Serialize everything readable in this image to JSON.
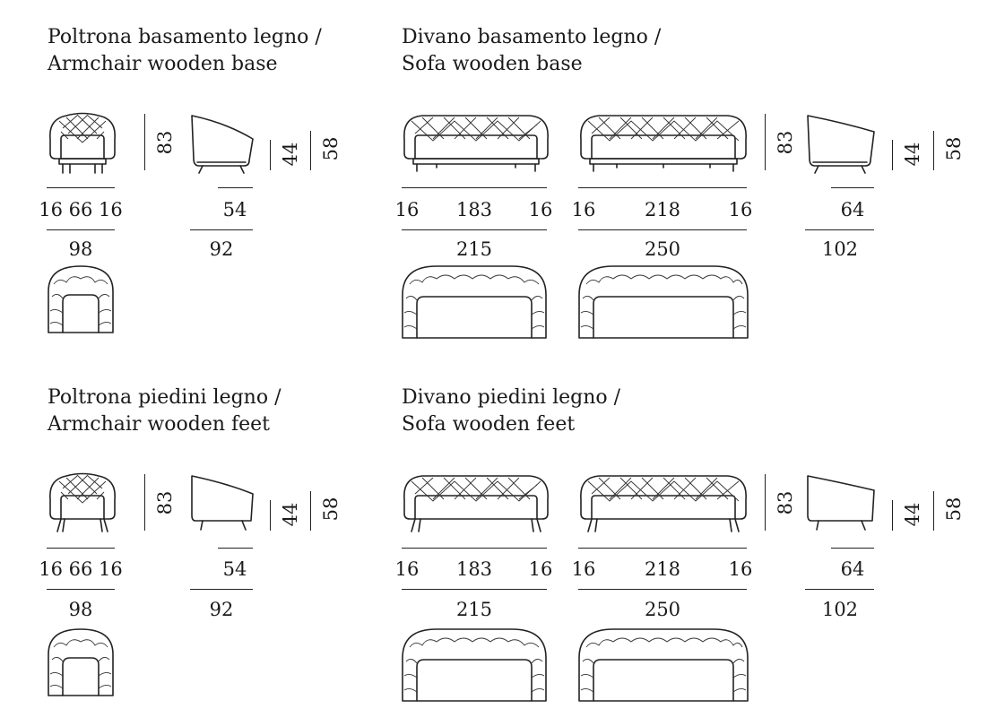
{
  "sections": [
    {
      "id": "armchair-base",
      "title_it": "Poltrona basamento legno /",
      "title_en": "Armchair wooden base"
    },
    {
      "id": "sofa-base",
      "title_it": "Divano basamento legno /",
      "title_en": "Sofa wooden base"
    },
    {
      "id": "armchair-feet",
      "title_it": "Poltrona piedini legno /",
      "title_en": "Armchair wooden feet"
    },
    {
      "id": "sofa-feet",
      "title_it": "Divano piedini legno /",
      "title_en": "Sofa wooden feet"
    }
  ],
  "armchair": {
    "height": "83",
    "seat_height": "44",
    "arm_height": "58",
    "width_parts": "16 66 16",
    "width": "98",
    "seat_depth": "54",
    "depth": "92"
  },
  "sofa_small": {
    "arm_left": "16",
    "seat_width": "183",
    "arm_right": "16",
    "width": "215"
  },
  "sofa_large": {
    "arm_left": "16",
    "seat_width": "218",
    "arm_right": "16",
    "width": "250"
  },
  "sofa_side": {
    "height": "83",
    "seat_height": "44",
    "arm_height": "58",
    "seat_depth": "64",
    "depth": "102"
  }
}
